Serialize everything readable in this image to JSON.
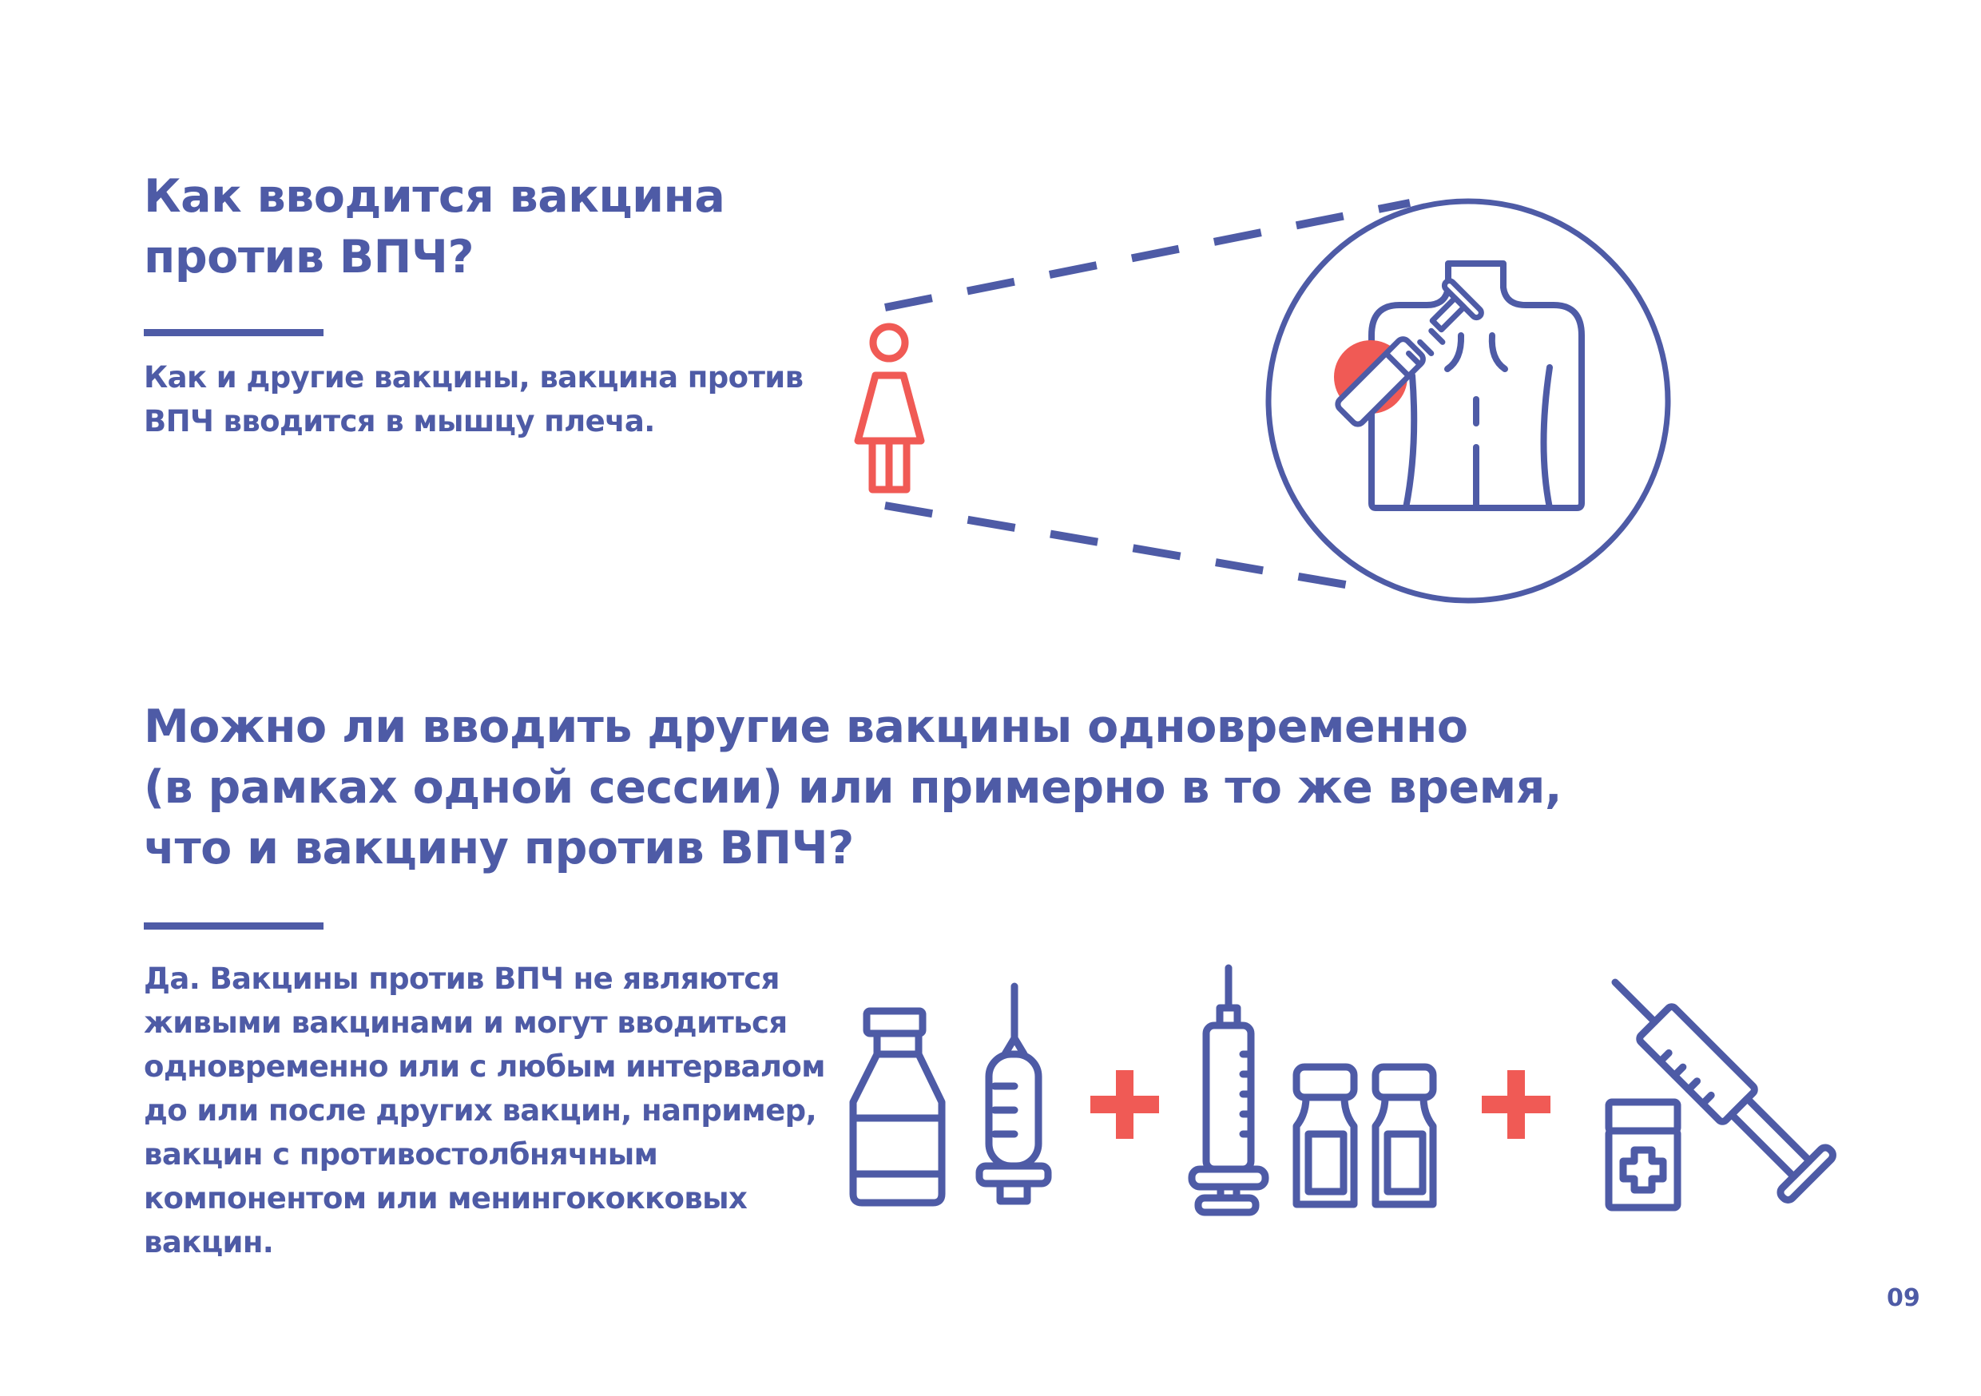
{
  "section1": {
    "title_lines": [
      "Как вводится вакцина",
      "против ВПЧ?"
    ],
    "text_lines": [
      "Как и другие вакцины, вакцина против",
      "ВПЧ вводится в мышцу плеча."
    ]
  },
  "section2": {
    "title_lines": [
      "Можно ли вводить другие вакцины одновременно",
      "(в рамках одной сессии) или примерно в то же время,",
      "что и вакцину против ВПЧ?"
    ],
    "text_lines": [
      "Да. Вакцины против ВПЧ не являются",
      "живыми вакцинами и могут вводиться",
      "одновременно или с любым интервалом",
      "до или после других вакцин, например,",
      "вакцин с противостолбнячным",
      "компонентом или менингококковых",
      "вакцин."
    ]
  },
  "page_number": "09",
  "colors": {
    "primary": "#4E5BA6",
    "accent": "#F05A55"
  },
  "icons": [
    "woman-icon",
    "torso-icon",
    "injection-spot-icon",
    "syringe-icon",
    "vaccine-bottle-icon",
    "plus-icon",
    "ampoule-icon",
    "medicine-jar-icon"
  ]
}
